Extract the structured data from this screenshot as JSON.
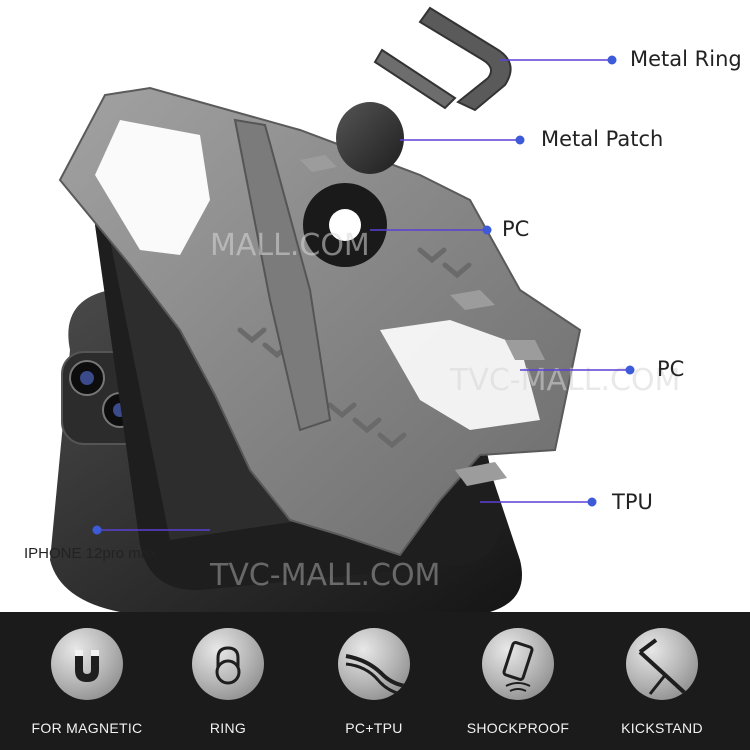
{
  "callouts": {
    "metal_ring": "Metal Ring",
    "metal_patch": "Metal Patch",
    "pc_upper": "PC",
    "pc_lower": "PC",
    "tpu": "TPU",
    "phone_model": "IPHONE 12pro max"
  },
  "features": [
    {
      "label": "FOR MAGNETIC",
      "icon": "magnet-icon"
    },
    {
      "label": "RING",
      "icon": "ring-icon"
    },
    {
      "label": "PC+TPU",
      "icon": "layers-icon"
    },
    {
      "label": "SHOCKPROOF",
      "icon": "shockproof-icon"
    },
    {
      "label": "KICKSTAND",
      "icon": "kickstand-icon"
    }
  ],
  "colors": {
    "pointer_line": "#5b3fd6",
    "pointer_dot": "#3d5bd9",
    "case_grey": "#8a8a8a",
    "tpu_black": "#1e1e1e",
    "feature_bar": "#1b1b1b"
  }
}
